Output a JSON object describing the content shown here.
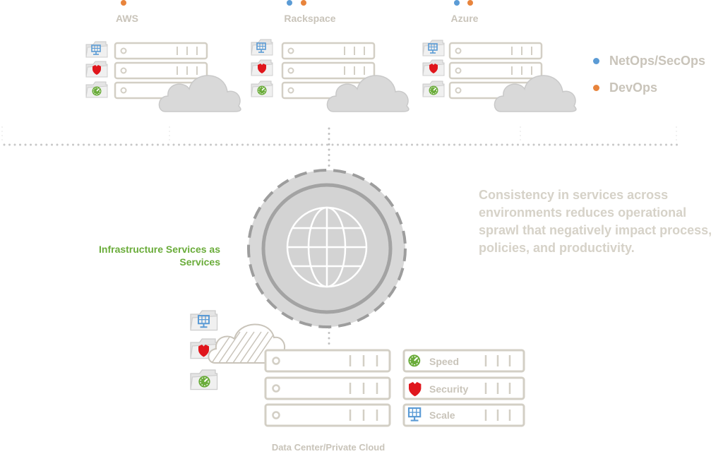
{
  "clouds": [
    {
      "name": "AWS",
      "teams": [
        "devops"
      ]
    },
    {
      "name": "Rackspace",
      "teams": [
        "netops",
        "devops"
      ]
    },
    {
      "name": "Azure",
      "teams": [
        "netops",
        "devops"
      ]
    }
  ],
  "legend": [
    {
      "label": "NetOps/SecOps",
      "color": "#5b9bd5"
    },
    {
      "label": "DevOps",
      "color": "#e8843c"
    }
  ],
  "description": "Consistency in services across environments reduces operational sprawl that negatively impact process, policies, and productivity.",
  "hub_label": "Infrastructure Services as Services",
  "datacenter_label": "Data Center/Private Cloud",
  "services": [
    {
      "label": "Speed",
      "icon": "speedometer-icon"
    },
    {
      "label": "Security",
      "icon": "shield-icon"
    },
    {
      "label": "Scale",
      "icon": "scale-icon"
    }
  ],
  "colors": {
    "netops": "#5b9bd5",
    "devops": "#e8843c",
    "security_red": "#e0161c",
    "speed_green": "#6aac3a",
    "outline": "#d3cfc5",
    "globe_fill": "#dcdcdc",
    "globe_ring": "#a7a7a7"
  }
}
